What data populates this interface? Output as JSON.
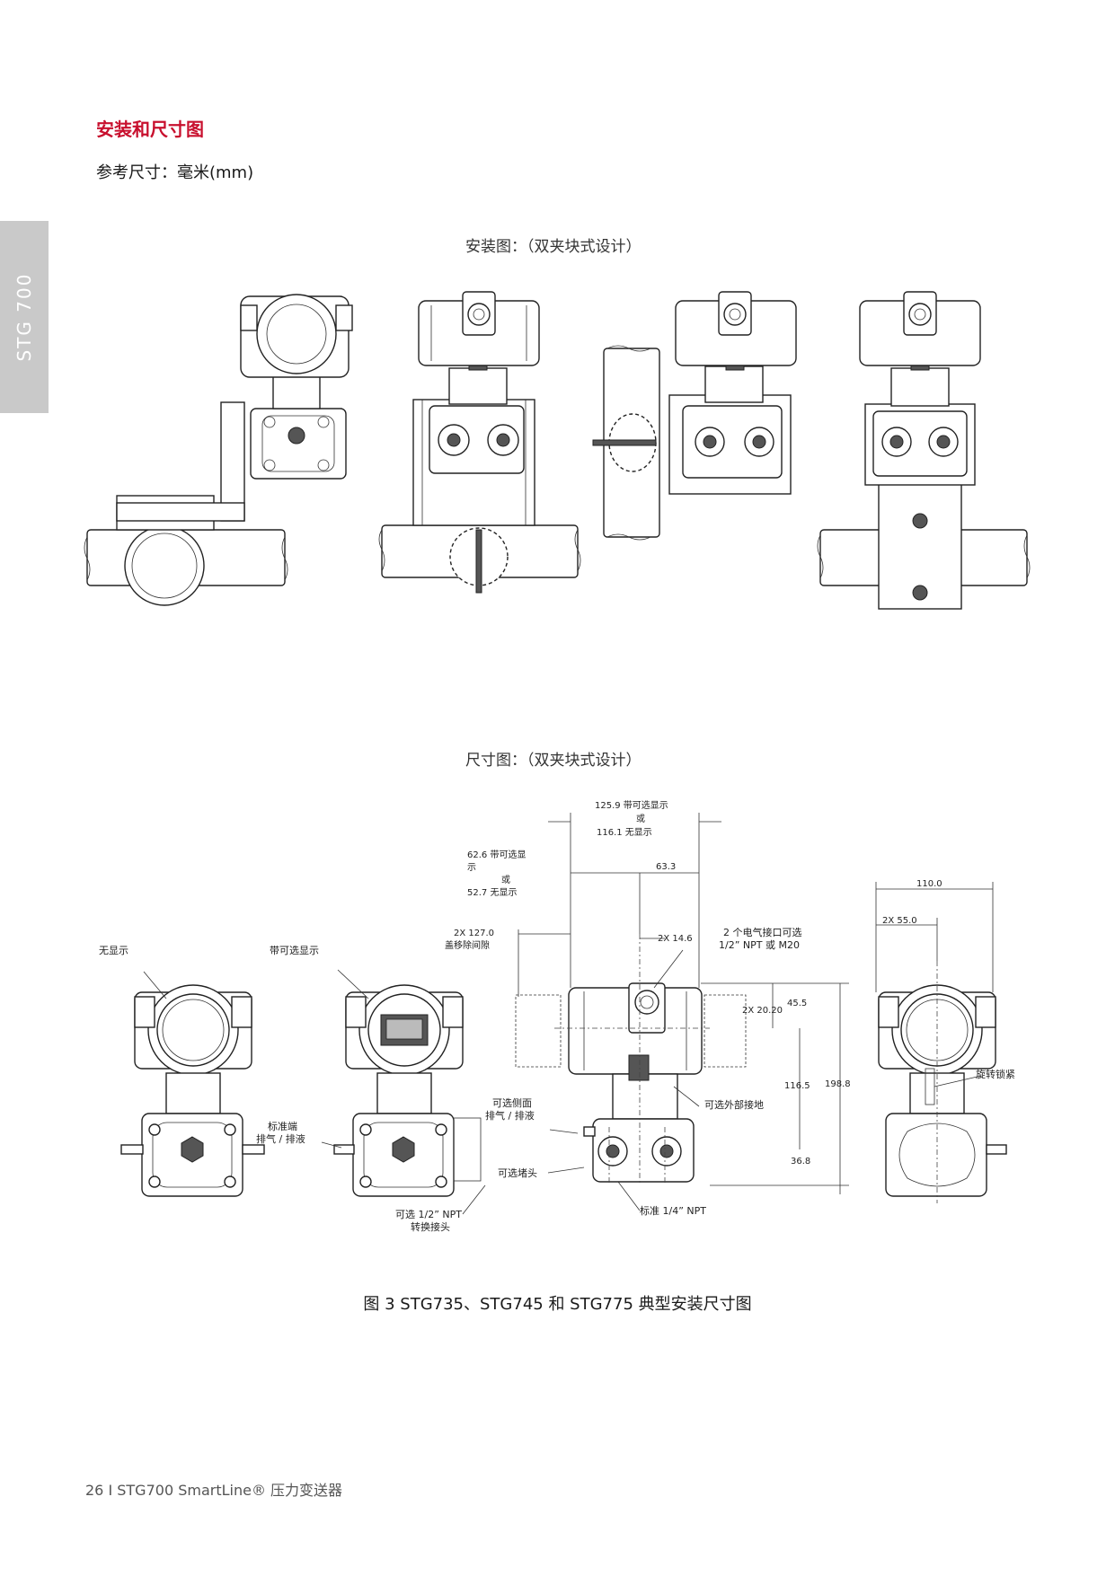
{
  "side_tab": "STG 700",
  "title": "安装和尺寸图",
  "subtitle": "参考尺寸：毫米(mm)",
  "install_section": {
    "label": "安装图：（双夹块式设计）"
  },
  "dimension_section": {
    "label": "尺寸图：（双夹块式设计）",
    "views": {
      "no_display": "无显示",
      "with_display": "带可选显示"
    },
    "callouts": {
      "std_vent_1": "标准端",
      "std_vent_2": "排气 / 排液",
      "side_vent_1": "可选侧面",
      "side_vent_2": "排气 / 排液",
      "plug": "可选堵头",
      "adapter_1": "可选 1/2” NPT",
      "adapter_2": "转换接头",
      "ext_ground": "可选外部接地",
      "std_npt": "标准 1/4” NPT",
      "conduit_1": "2 个电气接口可选",
      "conduit_2": "1/2” NPT 或 M20",
      "rotate_lock": "旋转锁紧"
    },
    "dims": {
      "d125_1": "125.9 带可选显示",
      "d125_2": "或",
      "d125_3": "116.1 无显示",
      "d62_1": "62.6 带可选显",
      "d62_2": "示",
      "d62_3": "或",
      "d62_4": "52.7 无显示",
      "d633": "63.3",
      "d127_1": "2X 127.0",
      "d127_2": "盖移除间隙",
      "d146": "2X 14.6",
      "d455": "45.5",
      "d2020": "2X 20.20",
      "d1988": "198.8",
      "d1165": "116.5",
      "d368": "36.8",
      "d110": "110.0",
      "d550": "2X 55.0"
    }
  },
  "figure_caption": "图 3 STG735、STG745 和 STG775 典型安装尺寸图",
  "footer": "26  I  STG700 SmartLine® 压力变送器"
}
